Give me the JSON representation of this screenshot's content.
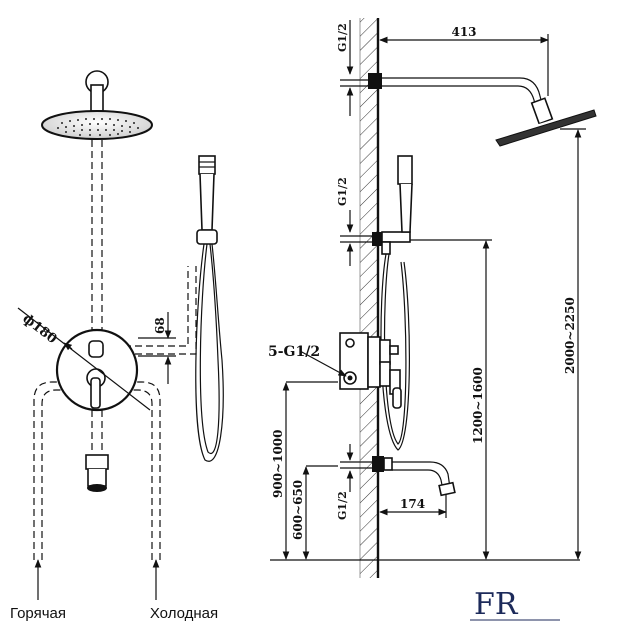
{
  "labels": {
    "hot": "Горячая",
    "cold": "Холодная"
  },
  "dimensions": {
    "arm_length": "413",
    "thread_top": "G1/2",
    "thread_mid": "G1/2",
    "thread_low": "G1/2",
    "diameter": "ф180",
    "offset": "68",
    "valve_threads": "5-G1/2",
    "spout_length": "174",
    "height_mixer": "900~1000",
    "height_spout": "600~650",
    "height_holder": "1200~1600",
    "height_shower": "2000~2250"
  },
  "logo": {
    "text": "FR"
  }
}
